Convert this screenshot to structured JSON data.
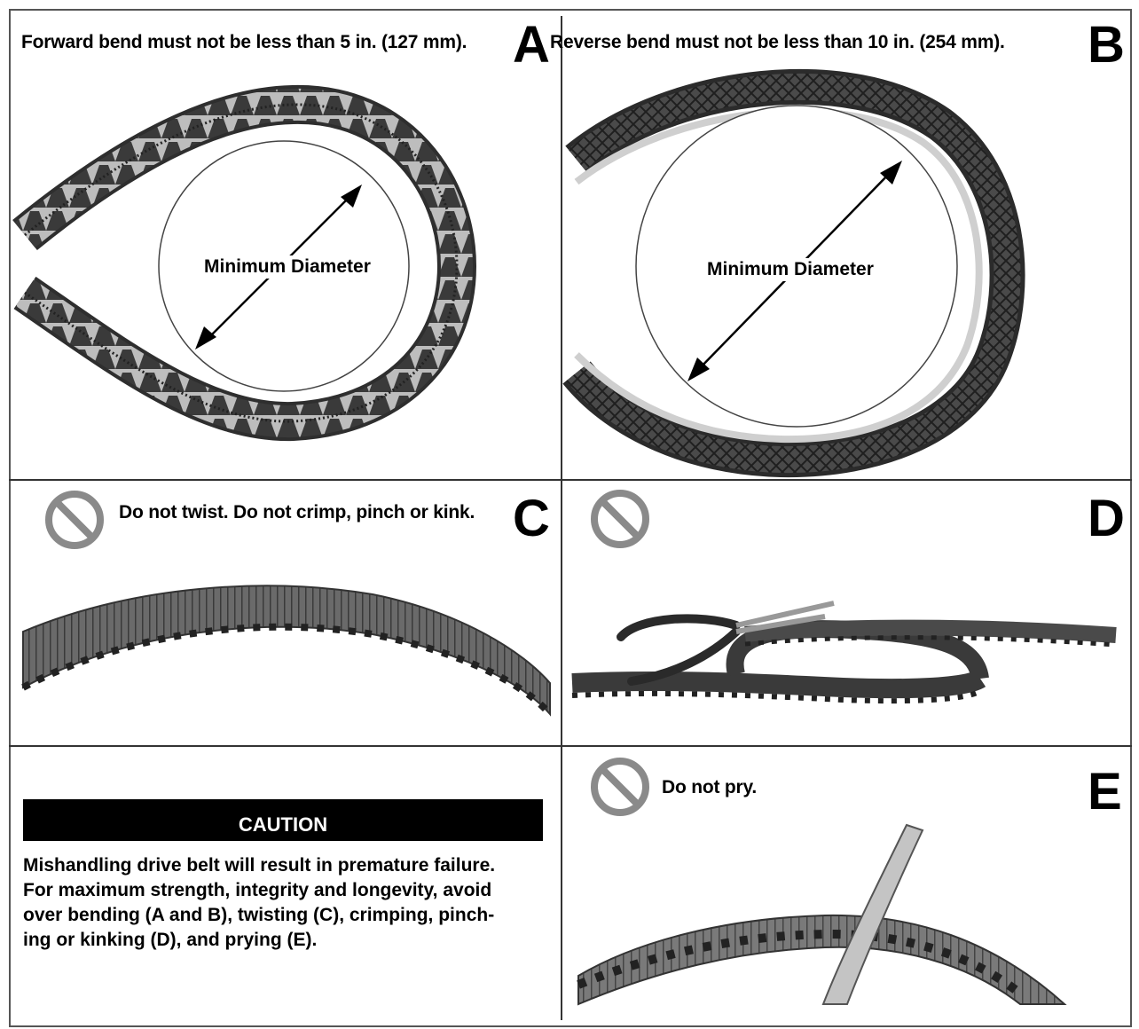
{
  "panels": {
    "a": {
      "letter": "A",
      "caption": "Forward bend must not be less than 5 in. (127 mm).",
      "diameter_label": "Minimum Diameter"
    },
    "b": {
      "letter": "B",
      "caption": "Reverse bend must not be less than 10 in. (254 mm).",
      "diameter_label": "Minimum Diameter"
    },
    "c": {
      "letter": "C",
      "caption": "Do not twist. Do not crimp, pinch or kink."
    },
    "d": {
      "letter": "D"
    },
    "e": {
      "letter": "E",
      "caption": "Do not pry."
    }
  },
  "caution": {
    "heading": "CAUTION",
    "line1": "Mishandling drive belt will result in premature failure.",
    "line2": "For maximum strength, integrity and longevity, avoid",
    "line3": "over bending (A and B), twisting (C), crimping, pinch-",
    "line4": "ing or kinking (D), and prying (E)."
  },
  "icons": {
    "prohibited": "prohibited-icon"
  },
  "colors": {
    "ink": "#000000",
    "belt_dark": "#3a3a3a",
    "belt_mid": "#777777",
    "prohibit_gray": "#8a8a8a"
  }
}
